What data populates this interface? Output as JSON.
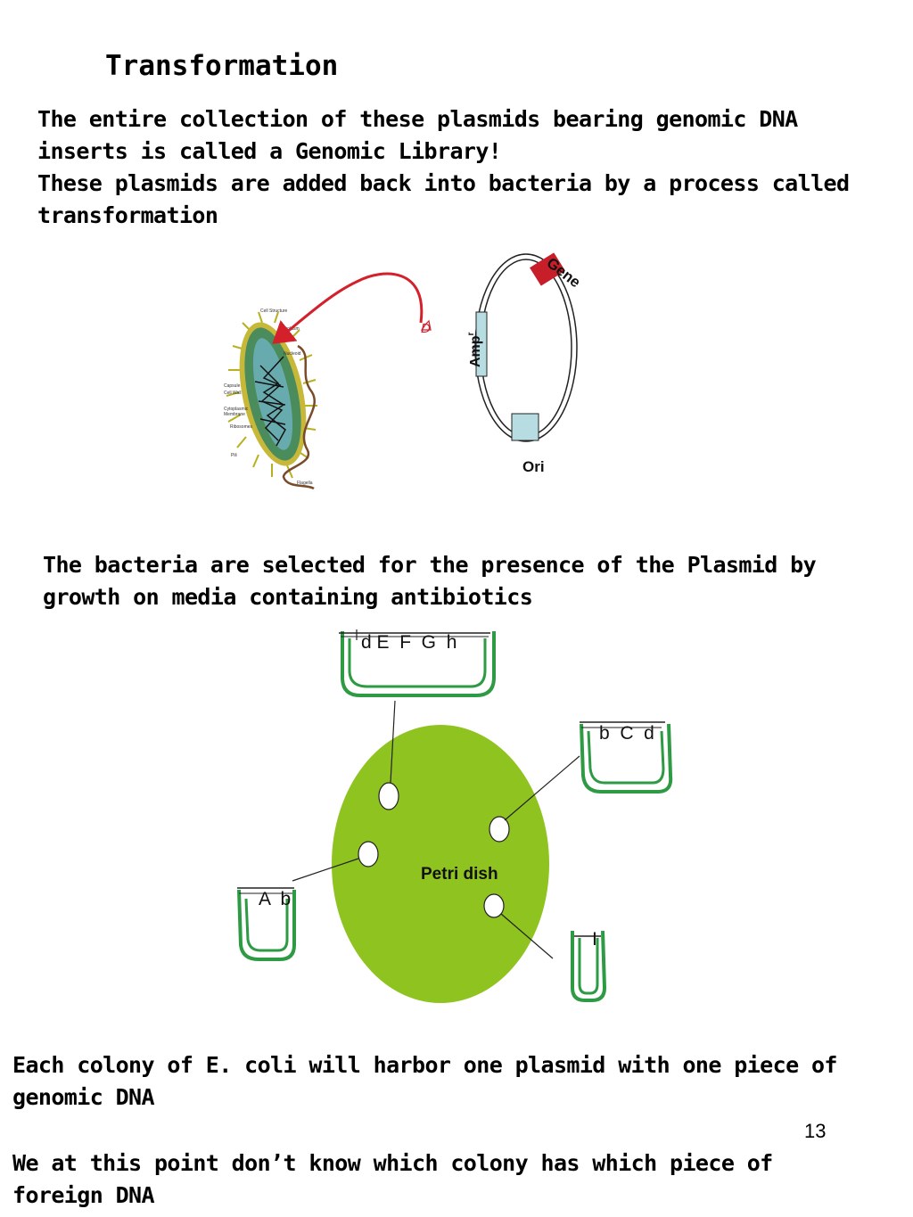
{
  "title": "Transformation",
  "paragraphs": {
    "p1": "The entire collection of these plasmids bearing genomic DNA inserts is called a Genomic Library!",
    "p2": "These plasmids are added back into bacteria by a process called transformation",
    "p3": "The bacteria are selected for the presence of the Plasmid by growth on media containing antibiotics",
    "p4": "Each colony of E. coli will harbor one plasmid with one piece of genomic DNA",
    "p5": "We at this point don’t know which colony has which piece of foreign DNA"
  },
  "page_number": "13",
  "plasmid": {
    "gene_label": "Gene",
    "amp_label": "Amp",
    "amp_superscript": "r",
    "ori_label": "Ori",
    "small_plasmid_label": "D"
  },
  "petri": {
    "label": "Petri dish",
    "tubes": {
      "top": "d E  F  G  h",
      "right": "b  C  d",
      "left": "A  b",
      "bottom": "I"
    }
  },
  "colors": {
    "arrow": "#d4202a",
    "gene_box": "#c81e2a",
    "marker_box": "#b7dde3",
    "petri_fill": "#8fc31f",
    "tube_green": "#2e9a44",
    "bacterium_body": "#4a8c5c"
  }
}
